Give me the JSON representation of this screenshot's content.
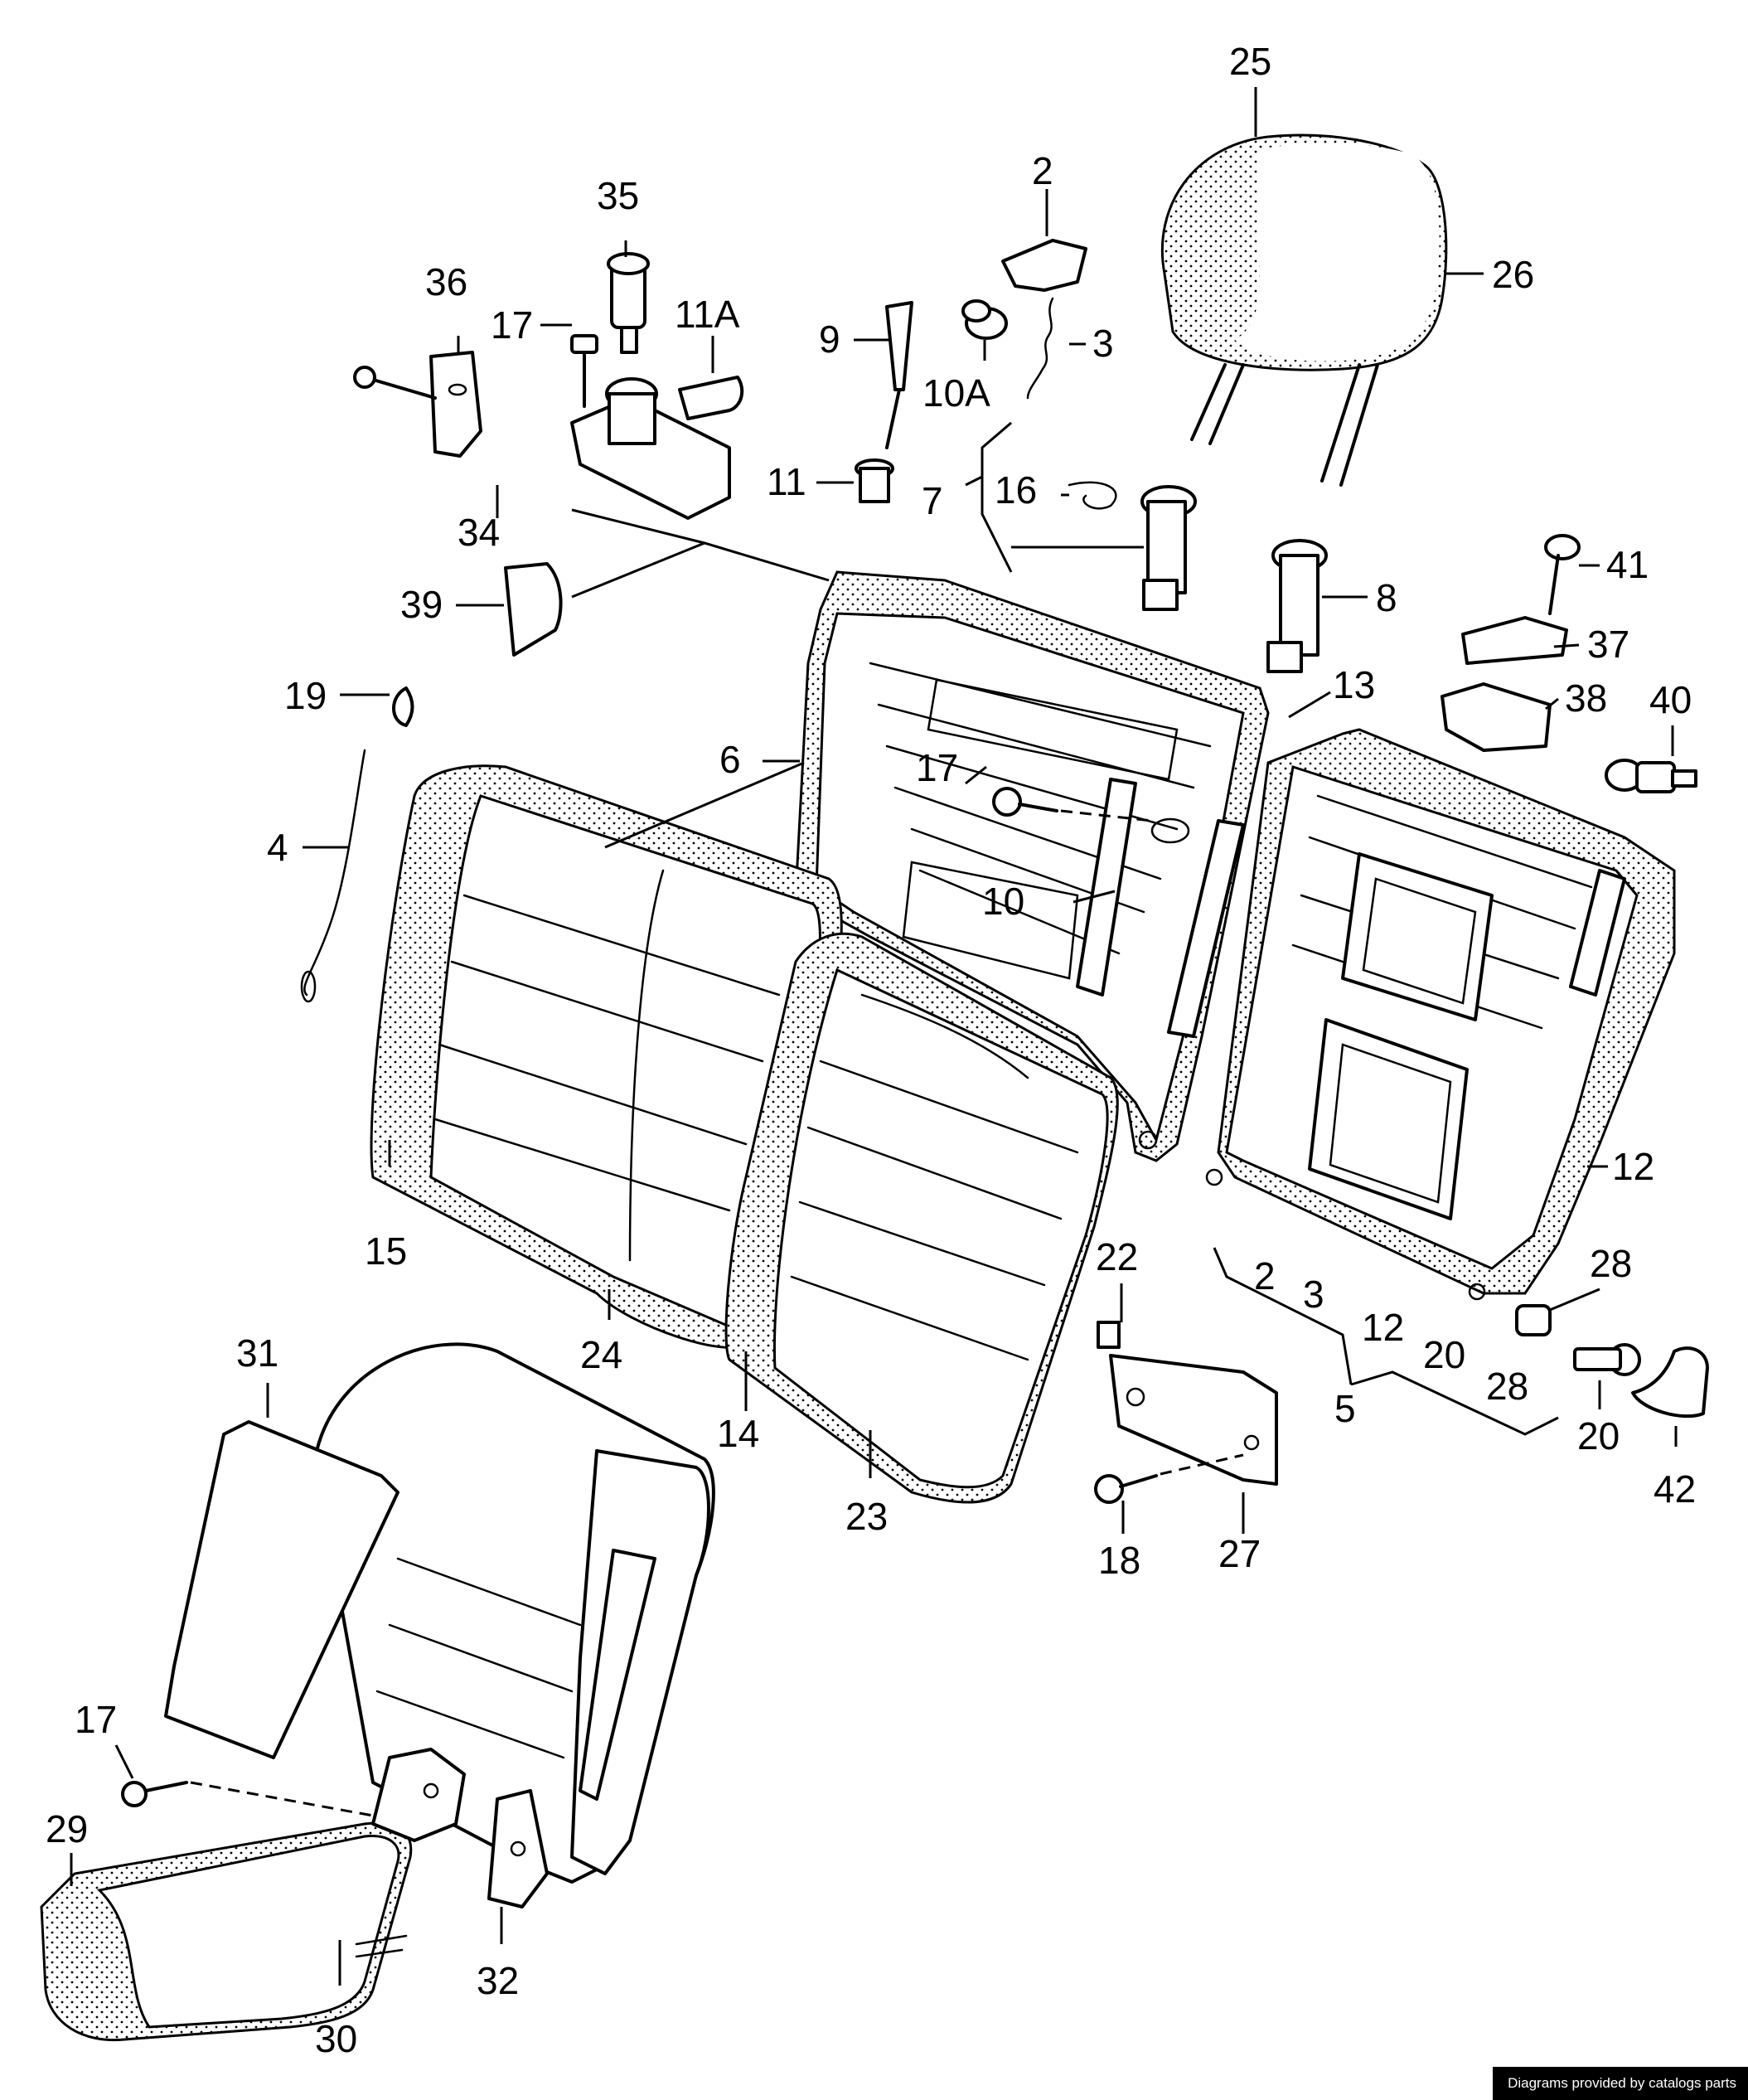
{
  "callouts": {
    "c2": "2",
    "c3": "3",
    "c4": "4",
    "c5": "5",
    "c6": "6",
    "c7": "7",
    "c8": "8",
    "c9": "9",
    "c10": "10",
    "c10a": "10A",
    "c11": "11",
    "c11a": "11A",
    "c12": "12",
    "c13": "13",
    "c14": "14",
    "c15": "15",
    "c16": "16",
    "c17": "17",
    "c18": "18",
    "c19": "19",
    "c20": "20",
    "c22": "22",
    "c23": "23",
    "c24": "24",
    "c25": "25",
    "c26": "26",
    "c27": "27",
    "c28": "28",
    "c29": "29",
    "c30": "30",
    "c31": "31",
    "c32": "32",
    "c34": "34",
    "c35": "35",
    "c36": "36",
    "c37": "37",
    "c38": "38",
    "c39": "39",
    "c40": "40",
    "c41": "41",
    "c42": "42"
  },
  "group5_items": [
    "2",
    "3",
    "12",
    "20",
    "28"
  ],
  "credit": "Diagrams provided by catalogs parts"
}
